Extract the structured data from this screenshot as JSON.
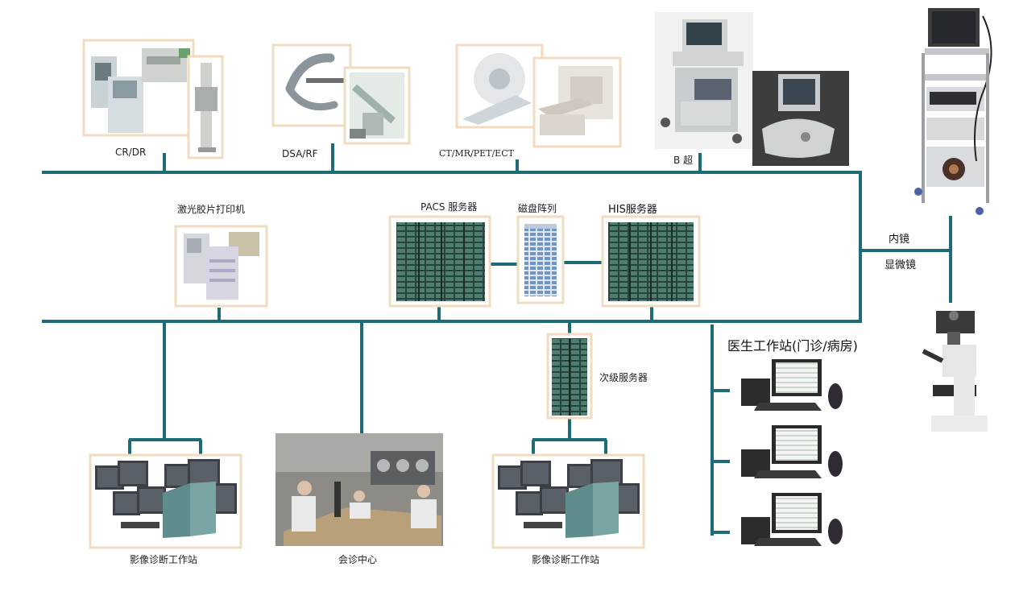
{
  "labels": {
    "cr_dr": "CR/DR",
    "dsa_rf": "DSA/RF",
    "ct_mr": "CT/MR/PET/ECT",
    "b_ultrasound": "B 超",
    "laser_printer": "激光胶片打印机",
    "pacs_server": "PACS 服务器",
    "disk_array": "磁盘阵列",
    "his_server": "HIS服务器",
    "endoscope": "内镜",
    "microscope": "显微镜",
    "secondary_server": "次级服务器",
    "doctor_workstation": "医生工作站(门诊/病房)",
    "imaging_workstation_left": "影像诊断工作站",
    "consult_center": "会诊中心",
    "imaging_workstation_right": "影像诊断工作站"
  },
  "colors": {
    "network_line": "#1d6b77",
    "frame": "#f2dcc0",
    "server_dark": "#26433c",
    "server_cell": "#4f7e72",
    "disk_blue": "#6f95c6",
    "monitor": "#3c4046",
    "monitor_screen": "#5a6068",
    "teal_screen": "#5f8d8d",
    "printer": "#d9d4e2"
  }
}
